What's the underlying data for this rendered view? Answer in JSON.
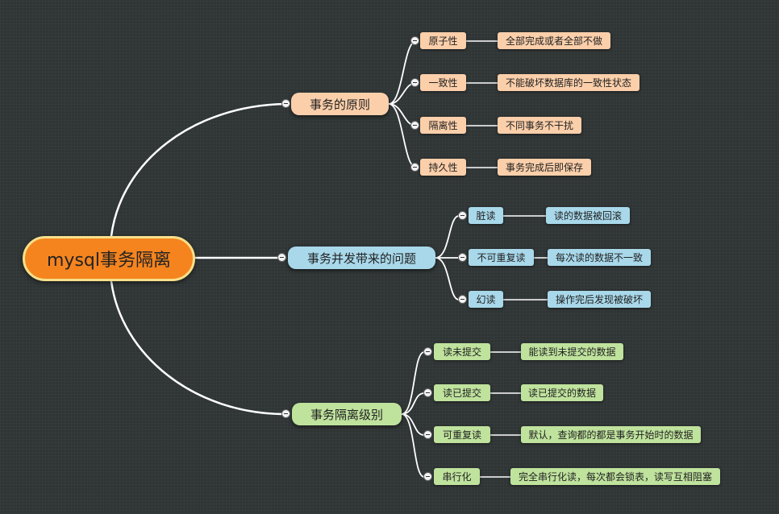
{
  "root": {
    "label": "mysql事务隔离"
  },
  "branches": [
    {
      "label": "事务的原则",
      "items": [
        {
          "label": "原子性",
          "desc": "全部完成或者全部不做"
        },
        {
          "label": "一致性",
          "desc": "不能破坏数据库的一致性状态"
        },
        {
          "label": "隔离性",
          "desc": "不同事务不干扰"
        },
        {
          "label": "持久性",
          "desc": "事务完成后即保存"
        }
      ]
    },
    {
      "label": "事务并发带来的问题",
      "items": [
        {
          "label": "脏读",
          "desc": "读的数据被回滚"
        },
        {
          "label": "不可重复读",
          "desc": "每次读的数据不一致"
        },
        {
          "label": "幻读",
          "desc": "操作完后发现被破坏"
        }
      ]
    },
    {
      "label": "事务隔离级别",
      "items": [
        {
          "label": "读未提交",
          "desc": "能读到未提交的数据"
        },
        {
          "label": "读已提交",
          "desc": "读已提交的数据"
        },
        {
          "label": "可重复读",
          "desc": "默认，查询都的都是事务开始时的数据"
        },
        {
          "label": "串行化",
          "desc": "完全串行化读，每次都会锁表，读写互相阻塞"
        }
      ]
    }
  ]
}
